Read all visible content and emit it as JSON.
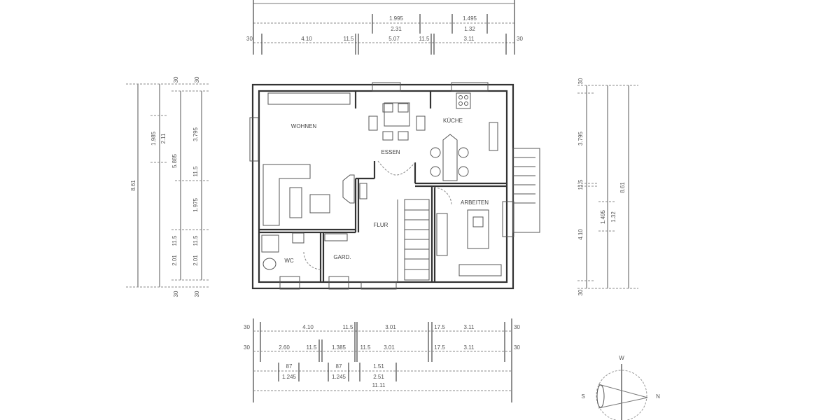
{
  "rooms": {
    "wohnen": "WOHNEN",
    "essen": "ESSEN",
    "kueche": "KÜCHE",
    "arbeiten": "ARBEITEN",
    "flur": "FLUR",
    "wc": "WC",
    "gard": "GARD."
  },
  "dims_top": {
    "row2": [
      "1.995",
      "2.31",
      "1.495",
      "1.32"
    ],
    "row3": [
      "30",
      "4.10",
      "11.5",
      "5.07",
      "11.5",
      "3.11",
      "30"
    ]
  },
  "dims_bottom": {
    "row1": [
      "30",
      "4.10",
      "11.5",
      "3.01",
      "17.5",
      "3.11",
      "30"
    ],
    "row2": [
      "30",
      "2.60",
      "11.5",
      "1.385",
      "11.5",
      "3.01",
      "17.5",
      "3.11",
      "30"
    ],
    "row3": [
      "87",
      "1.245",
      "87",
      "1.245",
      "1.51",
      "2.51"
    ],
    "total": "11.11"
  },
  "dims_left": {
    "total": "8.61",
    "col2": [
      "1.985",
      "2.11"
    ],
    "col3": [
      "5.885",
      "11.5",
      "2.01",
      "30",
      "30"
    ],
    "col4": [
      "30",
      "3.795",
      "11.5",
      "1.975",
      "11.5",
      "2.01",
      "30"
    ]
  },
  "dims_right": {
    "col1": [
      "30",
      "3.795",
      "11.5",
      "4.10",
      "30"
    ],
    "col2": [
      "1.495",
      "1.32"
    ],
    "total": "8.61"
  },
  "compass": {
    "top": "W",
    "left": "S",
    "right": "N"
  }
}
